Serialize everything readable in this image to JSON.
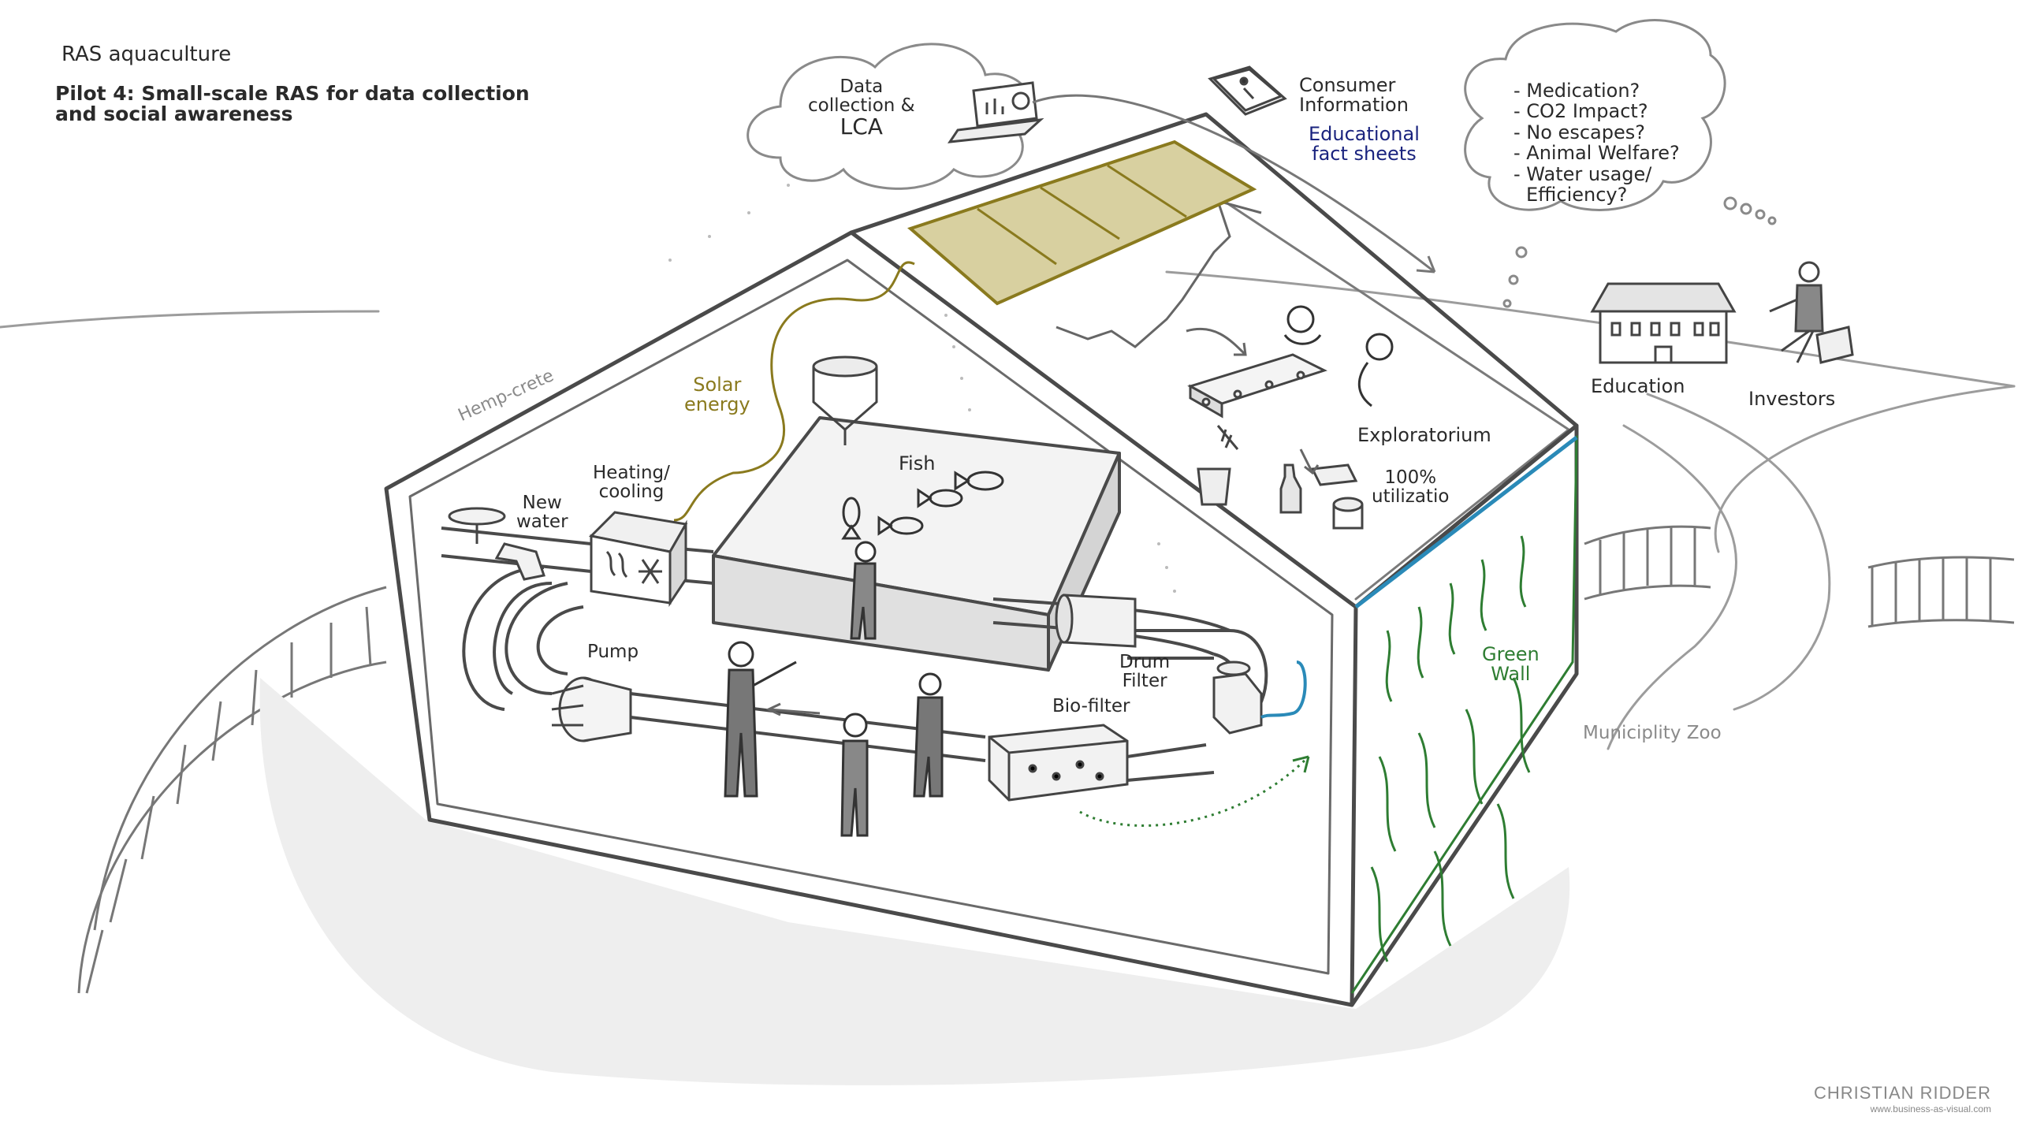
{
  "header": {
    "title": "RAS aquaculture",
    "subtitle_line1": "Pilot 4: Small-scale RAS for data collection",
    "subtitle_line2": "and social awareness"
  },
  "labels": {
    "data_collection_line1": "Data",
    "data_collection_line2": "collection &",
    "data_collection_line3": "LCA",
    "consumer_info_line1": "Consumer",
    "consumer_info_line2": "Information",
    "educational_line1": "Educational",
    "educational_line2": "fact sheets",
    "questions": [
      "- Medication?",
      "- CO2 Impact?",
      "- No escapes?",
      "- Animal Welfare?",
      "- Water usage/",
      "  Efficiency?"
    ],
    "education": "Education",
    "investors": "Investors",
    "hemp_crete": "Hemp-crete",
    "solar_line1": "Solar",
    "solar_line2": "energy",
    "fish": "Fish",
    "heating_line1": "Heating/",
    "heating_line2": "cooling",
    "new_water_line1": "New",
    "new_water_line2": "water",
    "pump": "Pump",
    "drum_line1": "Drum",
    "drum_line2": "Filter",
    "bio_filter": "Bio-filter",
    "exploratorium": "Exploratorium",
    "utilization_line1": "100%",
    "utilization_line2": "utilizatio",
    "green_wall_line1": "Green",
    "green_wall_line2": "Wall",
    "municipality_zoo": "Municiplity Zoo"
  },
  "credit": {
    "name": "CHRISTIAN RIDDER",
    "url": "www.business-as-visual.com"
  },
  "colors": {
    "line": "#555555",
    "light_line": "#9a9a9a",
    "shadow": "#e6e6e6",
    "solar_panel": "#d8d0a0",
    "solar_text": "#8a7a1e",
    "green": "#2e7d32",
    "blue": "#1a237e",
    "water": "#2a8ab8"
  },
  "icons": [
    "info-icon",
    "laptop-chart-icon",
    "school-building-icon",
    "investor-person-icon",
    "heating-cooling-icon",
    "pump-icon",
    "fish-icon",
    "conveyor-icon",
    "fish-bone-icon"
  ]
}
